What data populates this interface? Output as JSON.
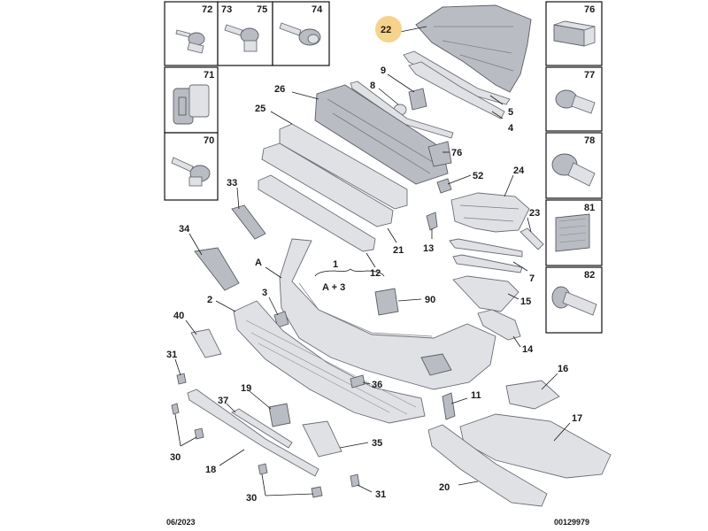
{
  "diagram": {
    "side_boxes_left": [
      {
        "number": "72"
      },
      {
        "number": "73"
      },
      {
        "number": "75"
      },
      {
        "number": "74"
      },
      {
        "number": "71"
      },
      {
        "number": "70"
      }
    ],
    "side_boxes_right": [
      {
        "number": "76"
      },
      {
        "number": "77"
      },
      {
        "number": "78"
      },
      {
        "number": "81"
      },
      {
        "number": "82"
      }
    ],
    "callouts": [
      {
        "id": "c22",
        "label": "22",
        "highlighted": true
      },
      {
        "id": "c9",
        "label": "9"
      },
      {
        "id": "c8",
        "label": "8"
      },
      {
        "id": "c5",
        "label": "5"
      },
      {
        "id": "c4",
        "label": "4"
      },
      {
        "id": "c26",
        "label": "26"
      },
      {
        "id": "c25",
        "label": "25"
      },
      {
        "id": "c76b",
        "label": "76"
      },
      {
        "id": "c52",
        "label": "52"
      },
      {
        "id": "c24",
        "label": "24"
      },
      {
        "id": "c33",
        "label": "33"
      },
      {
        "id": "c23",
        "label": "23"
      },
      {
        "id": "c34",
        "label": "34"
      },
      {
        "id": "c21",
        "label": "21"
      },
      {
        "id": "c13",
        "label": "13"
      },
      {
        "id": "c7",
        "label": "7"
      },
      {
        "id": "cA",
        "label": "A"
      },
      {
        "id": "c1",
        "label": "1"
      },
      {
        "id": "cA3",
        "label": "A + 3"
      },
      {
        "id": "c12",
        "label": "12"
      },
      {
        "id": "c3",
        "label": "3"
      },
      {
        "id": "c90",
        "label": "90"
      },
      {
        "id": "c15",
        "label": "15"
      },
      {
        "id": "c2",
        "label": "2"
      },
      {
        "id": "c40",
        "label": "40"
      },
      {
        "id": "c14",
        "label": "14"
      },
      {
        "id": "c31a",
        "label": "31"
      },
      {
        "id": "c16",
        "label": "16"
      },
      {
        "id": "c36",
        "label": "36"
      },
      {
        "id": "c19",
        "label": "19"
      },
      {
        "id": "c37",
        "label": "37"
      },
      {
        "id": "c11",
        "label": "11"
      },
      {
        "id": "c17",
        "label": "17"
      },
      {
        "id": "c35",
        "label": "35"
      },
      {
        "id": "c30a",
        "label": "30"
      },
      {
        "id": "c18",
        "label": "18"
      },
      {
        "id": "c30b",
        "label": "30"
      },
      {
        "id": "c31b",
        "label": "31"
      },
      {
        "id": "c20",
        "label": "20"
      }
    ],
    "highlight_color": "#f7d38a"
  },
  "footer": {
    "date": "06/2023",
    "reference": "00129979"
  }
}
